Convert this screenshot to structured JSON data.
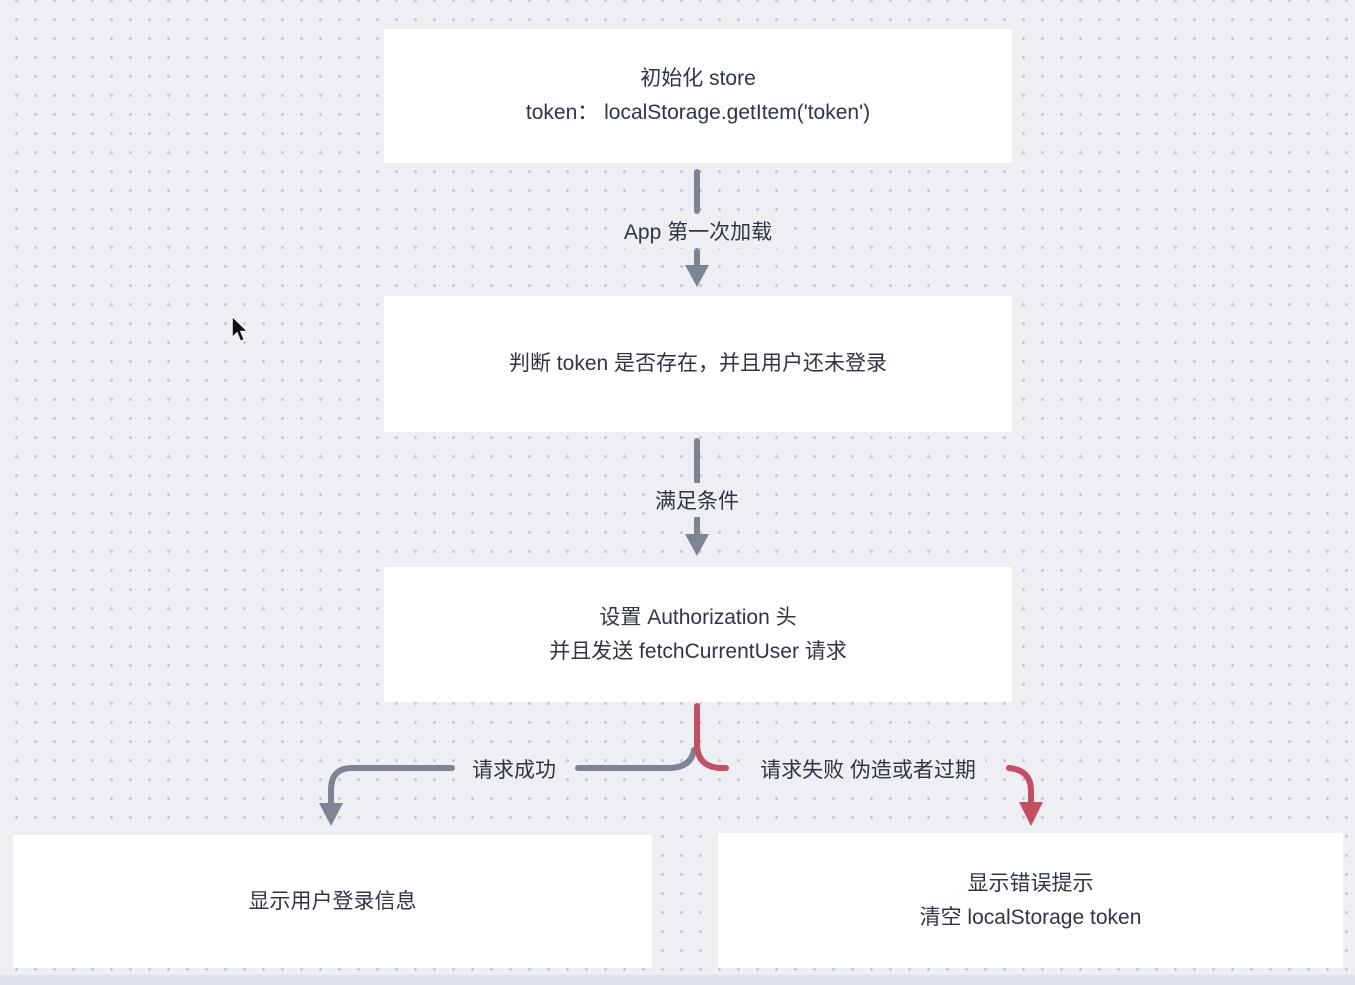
{
  "canvas": {
    "bg_color": "#edeff3",
    "dot_color": "#c6cad4",
    "node_bg_color": "#ffffff",
    "text_color": "#2f3542",
    "gray_connector_color": "#7d8593",
    "red_connector_color": "#c54d64"
  },
  "nodes": [
    {
      "id": "init-store",
      "lines": [
        "初始化 store",
        "token： localStorage.getItem('token')"
      ]
    },
    {
      "id": "check-token",
      "lines": [
        "判断 token 是否存在，并且用户还未登录"
      ]
    },
    {
      "id": "set-auth",
      "lines": [
        "设置 Authorization 头",
        "并且发送 fetchCurrentUser 请求"
      ]
    },
    {
      "id": "show-user",
      "lines": [
        "显示用户登录信息"
      ]
    },
    {
      "id": "show-error",
      "lines": [
        "显示错误提示",
        "清空 localStorage token"
      ]
    }
  ],
  "edges": {
    "first_load_label": "App 第一次加载",
    "condition_met_label": "满足条件",
    "request_success_label": "请求成功",
    "request_fail_label": "请求失败 伪造或者过期"
  }
}
